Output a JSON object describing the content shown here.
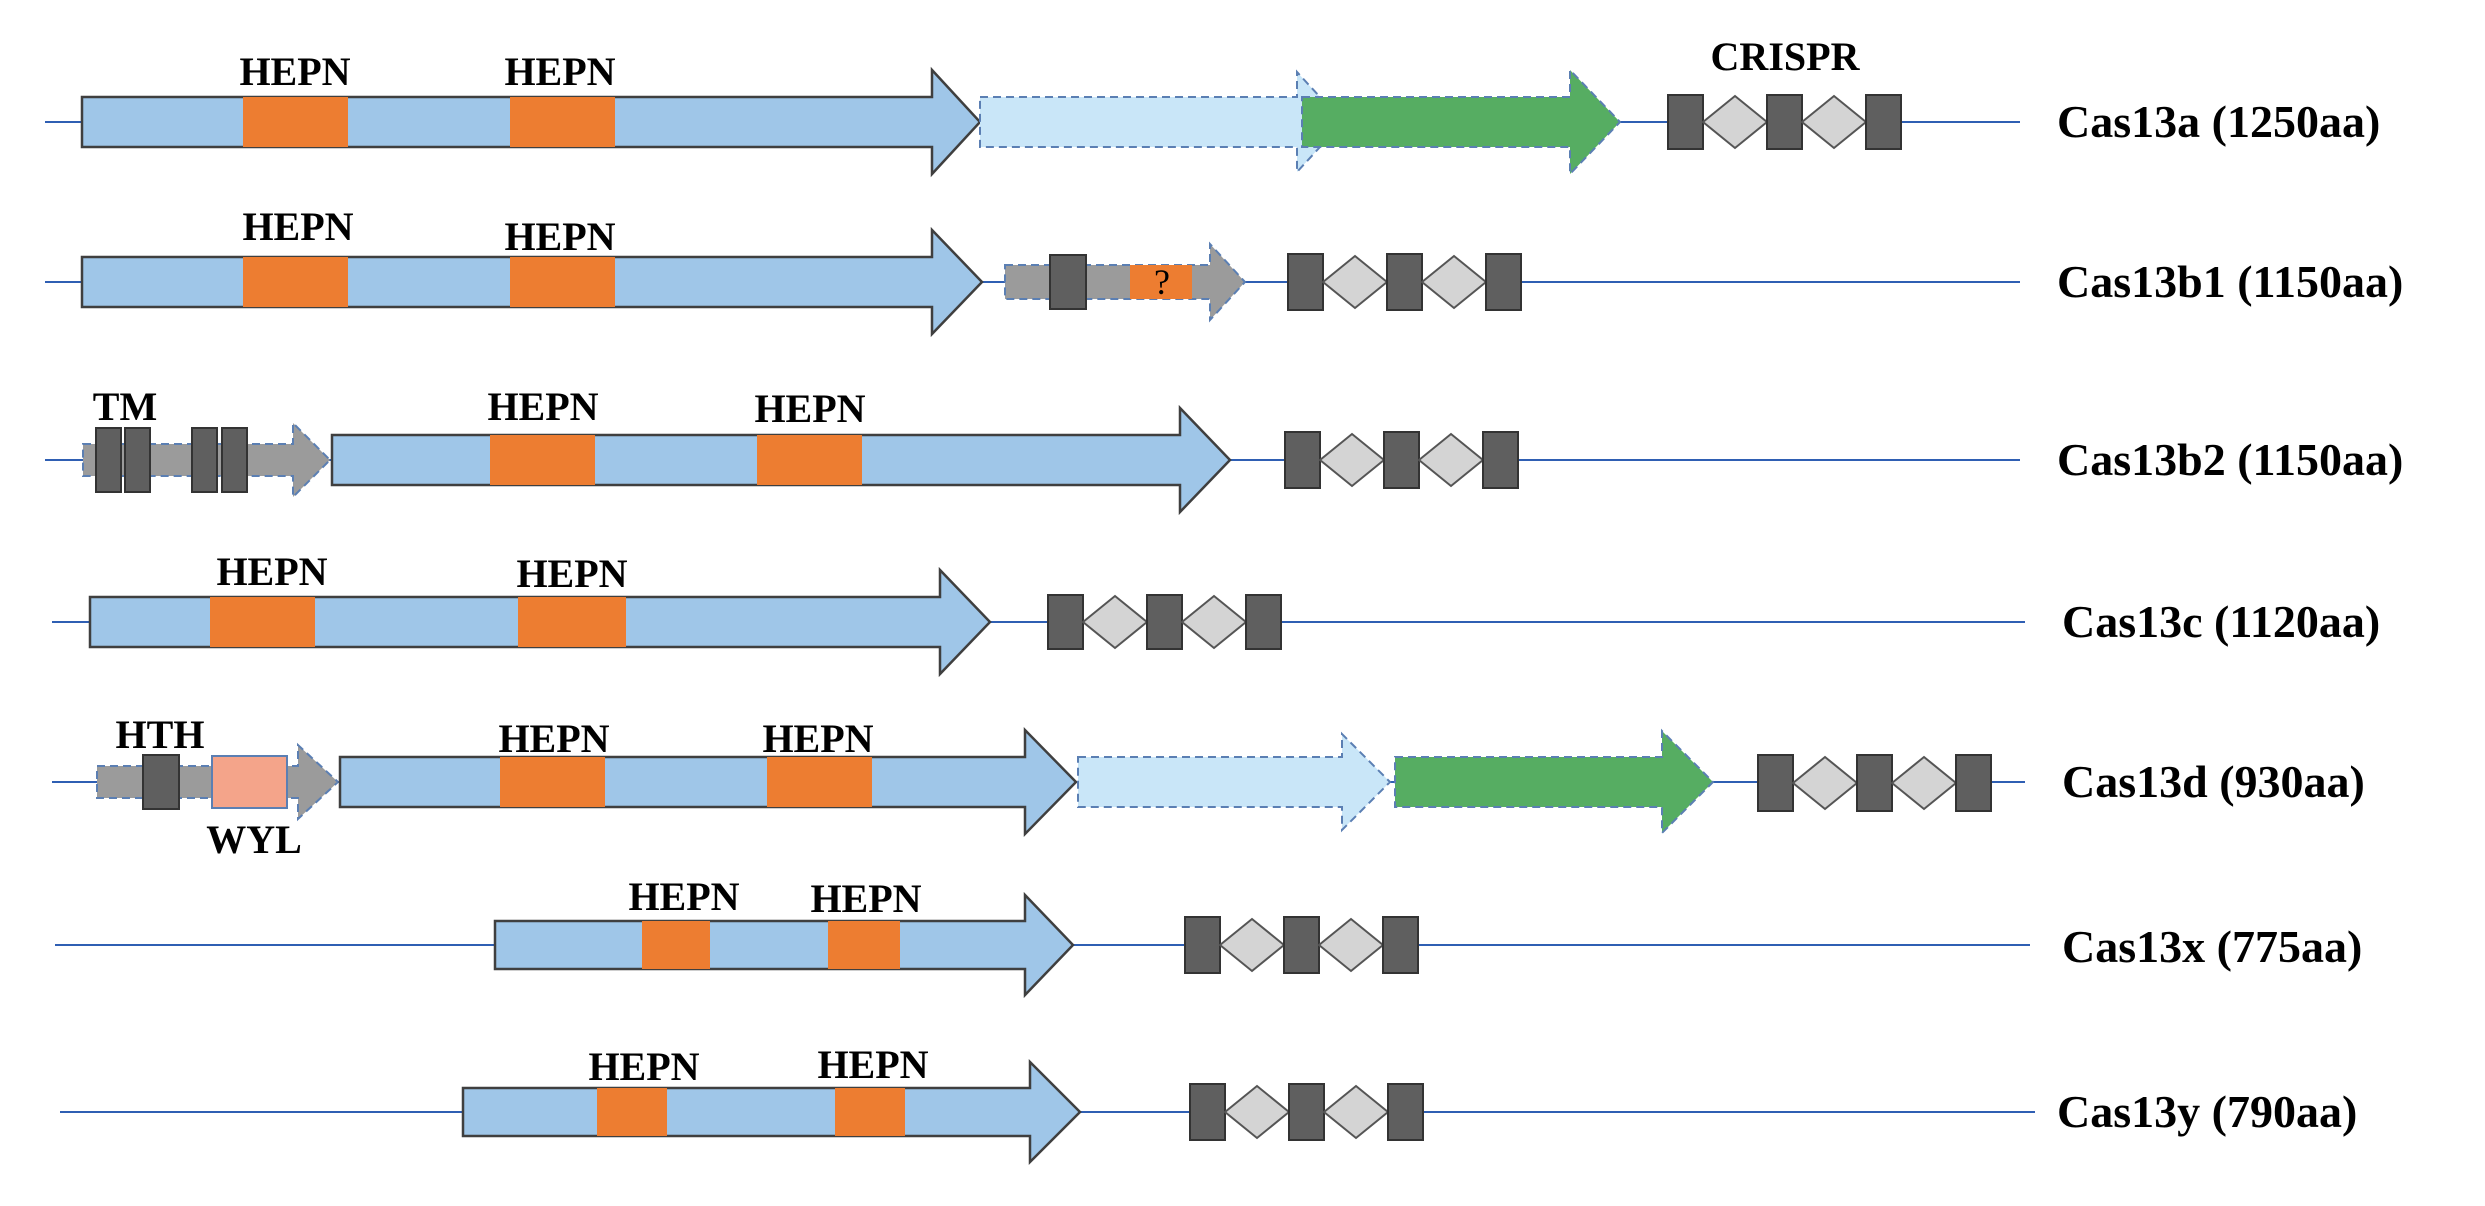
{
  "colors": {
    "cas13": "#9fc6e8",
    "hepn": "#ed7d31",
    "accessory_light": "#c9e6f8",
    "accessory_green": "#56ad62",
    "accessory_grey": "#9b9b9b",
    "repeat": "#5f5f5f",
    "spacer": "#d4d4d4",
    "wyl": "#f4a48a",
    "backbone": "#2f5fb3"
  },
  "rows": [
    {
      "name": "Cas13a (1250aa)",
      "hepn_labels": [
        "HEPN",
        "HEPN"
      ],
      "crispr_label": "CRISPR"
    },
    {
      "name": "Cas13b1 (1150aa)",
      "hepn_labels": [
        "HEPN",
        "HEPN"
      ],
      "unknown_label": "?"
    },
    {
      "name": "Cas13b2 (1150aa)",
      "hepn_labels": [
        "HEPN",
        "HEPN"
      ],
      "tm_label": "TM"
    },
    {
      "name": "Cas13c (1120aa)",
      "hepn_labels": [
        "HEPN",
        "HEPN"
      ]
    },
    {
      "name": "Cas13d (930aa)",
      "hepn_labels": [
        "HEPN",
        "HEPN"
      ],
      "hth_label": "HTH",
      "wyl_label": "WYL"
    },
    {
      "name": "Cas13x (775aa)",
      "hepn_labels": [
        "HEPN",
        "HEPN"
      ]
    },
    {
      "name": "Cas13y (790aa)",
      "hepn_labels": [
        "HEPN",
        "HEPN"
      ]
    }
  ]
}
